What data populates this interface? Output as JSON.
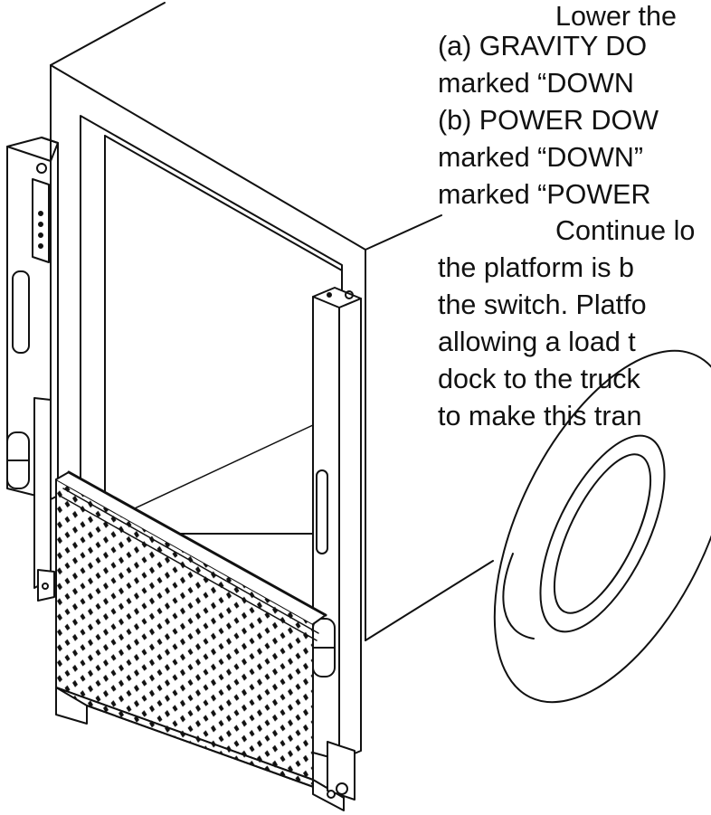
{
  "instructions": {
    "lines": [
      "Lower the",
      "(a) GRAVITY DO",
      "marked “DOWN",
      "(b) POWER DOW",
      "marked “DOWN”",
      "marked “POWER",
      "Continue lo",
      "the platform is b",
      "the switch. Platfo",
      "allowing a load t",
      "dock to the truck",
      "to make this tran"
    ]
  }
}
